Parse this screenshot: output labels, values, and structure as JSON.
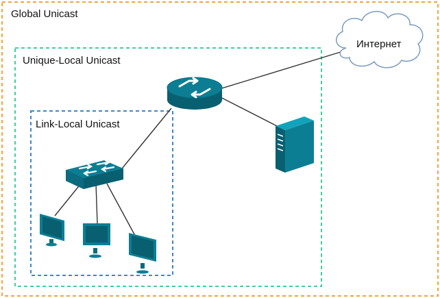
{
  "zones": {
    "global": {
      "label": "Global Unicast",
      "border_color": "#f5a33a"
    },
    "unique_local": {
      "label": "Unique-Local Unicast",
      "border_color": "#3fcf9f"
    },
    "link_local": {
      "label": "Link-Local Unicast",
      "border_color": "#3f86c8"
    }
  },
  "internet": {
    "label": "Интернет"
  },
  "colors": {
    "device_fill": "#0c7e93",
    "device_dark": "#085f70",
    "link_line": "#333333",
    "cloud_stroke": "#7a9bbf"
  },
  "devices": {
    "router": {
      "icon": "router-icon"
    },
    "switch": {
      "icon": "switch-icon"
    },
    "server": {
      "icon": "server-icon"
    },
    "workstations": [
      {
        "icon": "monitor-icon"
      },
      {
        "icon": "monitor-icon"
      },
      {
        "icon": "monitor-icon"
      }
    ]
  }
}
